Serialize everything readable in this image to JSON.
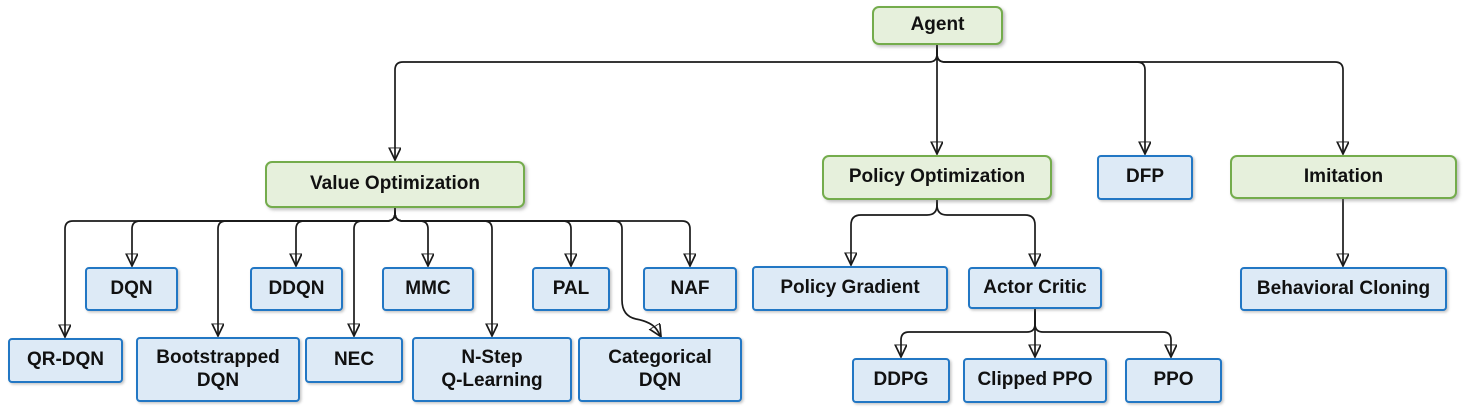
{
  "diagram": {
    "description": "Agent type hierarchy flowchart",
    "colors": {
      "category_box_border": "#74AC4C",
      "category_box_fill": "#E6F0DC",
      "algorithm_box_border": "#2277C4",
      "algorithm_box_fill": "#DDEAF6",
      "connector_line": "#1a1a1a",
      "text": "#111111"
    },
    "nodes": [
      {
        "id": "agent",
        "label": "Agent",
        "style": "green"
      },
      {
        "id": "value-optimization",
        "label": "Value Optimization",
        "style": "green"
      },
      {
        "id": "policy-optimization",
        "label": "Policy Optimization",
        "style": "green"
      },
      {
        "id": "dfp",
        "label": "DFP",
        "style": "blue"
      },
      {
        "id": "imitation",
        "label": "Imitation",
        "style": "green"
      },
      {
        "id": "dqn",
        "label": "DQN",
        "style": "blue"
      },
      {
        "id": "ddqn",
        "label": "DDQN",
        "style": "blue"
      },
      {
        "id": "mmc",
        "label": "MMC",
        "style": "blue"
      },
      {
        "id": "pal",
        "label": "PAL",
        "style": "blue"
      },
      {
        "id": "naf",
        "label": "NAF",
        "style": "blue"
      },
      {
        "id": "qr-dqn",
        "label": "QR-DQN",
        "style": "blue"
      },
      {
        "id": "bootstrapped-dqn",
        "label": "Bootstrapped\nDQN",
        "style": "blue"
      },
      {
        "id": "nec",
        "label": "NEC",
        "style": "blue"
      },
      {
        "id": "n-step-q-learning",
        "label": "N-Step\nQ-Learning",
        "style": "blue"
      },
      {
        "id": "categorical-dqn",
        "label": "Categorical\nDQN",
        "style": "blue"
      },
      {
        "id": "policy-gradient",
        "label": "Policy Gradient",
        "style": "blue"
      },
      {
        "id": "actor-critic",
        "label": "Actor Critic",
        "style": "blue"
      },
      {
        "id": "ddpg",
        "label": "DDPG",
        "style": "blue"
      },
      {
        "id": "clipped-ppo",
        "label": "Clipped PPO",
        "style": "blue"
      },
      {
        "id": "ppo",
        "label": "PPO",
        "style": "blue"
      },
      {
        "id": "behavioral-cloning",
        "label": "Behavioral Cloning",
        "style": "blue"
      }
    ],
    "edges": [
      {
        "from": "agent",
        "to": "value-optimization"
      },
      {
        "from": "agent",
        "to": "policy-optimization"
      },
      {
        "from": "agent",
        "to": "dfp"
      },
      {
        "from": "agent",
        "to": "imitation"
      },
      {
        "from": "value-optimization",
        "to": "qr-dqn"
      },
      {
        "from": "value-optimization",
        "to": "dqn"
      },
      {
        "from": "value-optimization",
        "to": "bootstrapped-dqn"
      },
      {
        "from": "value-optimization",
        "to": "ddqn"
      },
      {
        "from": "value-optimization",
        "to": "nec"
      },
      {
        "from": "value-optimization",
        "to": "mmc"
      },
      {
        "from": "value-optimization",
        "to": "n-step-q-learning"
      },
      {
        "from": "value-optimization",
        "to": "pal"
      },
      {
        "from": "value-optimization",
        "to": "categorical-dqn"
      },
      {
        "from": "value-optimization",
        "to": "naf"
      },
      {
        "from": "policy-optimization",
        "to": "policy-gradient"
      },
      {
        "from": "policy-optimization",
        "to": "actor-critic"
      },
      {
        "from": "actor-critic",
        "to": "ddpg"
      },
      {
        "from": "actor-critic",
        "to": "clipped-ppo"
      },
      {
        "from": "actor-critic",
        "to": "ppo"
      },
      {
        "from": "imitation",
        "to": "behavioral-cloning"
      }
    ]
  }
}
